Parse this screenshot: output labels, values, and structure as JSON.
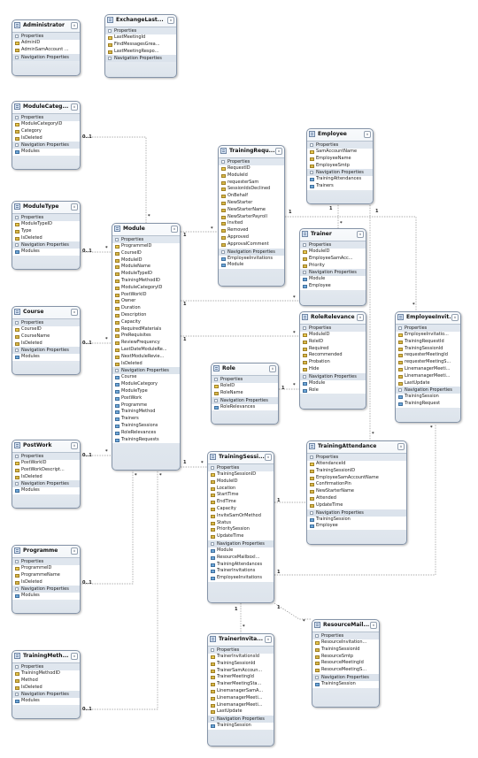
{
  "entities": [
    {
      "id": "administrator",
      "title": "Administrator",
      "properties_label": "Properties",
      "navigation_label": "Navigation Properties",
      "properties": [
        "AdminID",
        "AdminSamAccount ..."
      ],
      "navigation": []
    },
    {
      "id": "exchange",
      "title": "ExchangeLast...",
      "properties_label": "Properties",
      "navigation_label": "Navigation Properties",
      "properties": [
        "LastMeetingId",
        "FindMessagesGrea...",
        "LastMeetingRespo..."
      ],
      "navigation": []
    },
    {
      "id": "modulecategory",
      "title": "ModuleCateg...",
      "properties_label": "Properties",
      "navigation_label": "Navigation Properties",
      "properties": [
        "ModuleCategoryID",
        "Category",
        "IsDeleted"
      ],
      "navigation": [
        "Modules"
      ]
    },
    {
      "id": "moduletype",
      "title": "ModuleType",
      "properties_label": "Properties",
      "navigation_label": "Navigation Properties",
      "properties": [
        "ModuleTypeID",
        "Type",
        "IsDeleted"
      ],
      "navigation": [
        "Modules"
      ]
    },
    {
      "id": "course",
      "title": "Course",
      "properties_label": "Properties",
      "navigation_label": "Navigation Properties",
      "properties": [
        "CourseID",
        "CourseName",
        "IsDeleted"
      ],
      "navigation": [
        "Modules"
      ]
    },
    {
      "id": "postwork",
      "title": "PostWork",
      "properties_label": "Properties",
      "navigation_label": "Navigation Properties",
      "properties": [
        "PostWorkID",
        "PostWorkDescript...",
        "IsDeleted"
      ],
      "navigation": [
        "Modules"
      ]
    },
    {
      "id": "programme",
      "title": "Programme",
      "properties_label": "Properties",
      "navigation_label": "Navigation Properties",
      "properties": [
        "ProgrammeID",
        "ProgrammeName",
        "IsDeleted"
      ],
      "navigation": [
        "Modules"
      ]
    },
    {
      "id": "trainingmethod",
      "title": "TrainingMeth...",
      "properties_label": "Properties",
      "navigation_label": "Navigation Properties",
      "properties": [
        "TrainingMethodID",
        "Method",
        "IsDeleted"
      ],
      "navigation": [
        "Modules"
      ]
    },
    {
      "id": "module",
      "title": "Module",
      "properties_label": "Properties",
      "navigation_label": "Navigation Properties",
      "properties": [
        "ProgrammeID",
        "CourseID",
        "ModuleID",
        "ModuleName",
        "ModuleTypeID",
        "TrainingMethodID",
        "ModuleCategoryID",
        "PostWorkID",
        "Owner",
        "Duration",
        "Description",
        "Capacity",
        "RequiredMaterials",
        "PreRequisites",
        "ReviewFrequency",
        "LastDateModuleRe...",
        "NextModuleRevie...",
        "IsDeleted"
      ],
      "navigation": [
        "Course",
        "ModuleCategory",
        "ModuleType",
        "PostWork",
        "Programme",
        "TrainingMethod",
        "Trainers",
        "TrainingSessions",
        "RoleRelevances",
        "TrainingRequests"
      ]
    },
    {
      "id": "trainingrequest",
      "title": "TrainingRequ...",
      "properties_label": "Properties",
      "navigation_label": "Navigation Properties",
      "properties": [
        "RequestID",
        "ModuleId",
        "requesterSam",
        "SessionIdsDeclined",
        "OnBehalf",
        "NewStarter",
        "NewStarterName",
        "NewStarterPayroll",
        "Invited",
        "Removed",
        "Approved",
        "ApprovalComment"
      ],
      "navigation": [
        "EmployeeInvitations",
        "Module"
      ]
    },
    {
      "id": "employee",
      "title": "Employee",
      "properties_label": "Properties",
      "navigation_label": "Navigation Properties",
      "properties": [
        "SamAccountName",
        "EmployeeName",
        "EmployeeSmtp"
      ],
      "navigation": [
        "TrainingAttendances",
        "Trainers"
      ]
    },
    {
      "id": "trainer",
      "title": "Trainer",
      "properties_label": "Properties",
      "navigation_label": "Navigation Properties",
      "properties": [
        "ModuleID",
        "EmployeeSamAcc...",
        "Priority"
      ],
      "navigation": [
        "Module",
        "Employee"
      ]
    },
    {
      "id": "rolerelevance",
      "title": "RoleRelevance",
      "properties_label": "Properties",
      "navigation_label": "Navigation Properties",
      "properties": [
        "ModuleID",
        "RoleID",
        "Required",
        "Recommended",
        "Probation",
        "Hide"
      ],
      "navigation": [
        "Module",
        "Role"
      ]
    },
    {
      "id": "employeeinvitation",
      "title": "EmployeeInvit...",
      "properties_label": "Properties",
      "navigation_label": "Navigation Properties",
      "properties": [
        "EmployeeInvitatio...",
        "TrainingRequestId",
        "TrainingSessionId",
        "requesterMeetingId",
        "requesterMeetingS...",
        "LinemanagerMeeti...",
        "LinemanagerMeeti...",
        "LastUpdate"
      ],
      "navigation": [
        "TrainingSession",
        "TrainingRequest"
      ]
    },
    {
      "id": "role",
      "title": "Role",
      "properties_label": "Properties",
      "navigation_label": "Navigation Properties",
      "properties": [
        "RoleID",
        "RoleName"
      ],
      "navigation": [
        "RoleRelevances"
      ]
    },
    {
      "id": "trainingsession",
      "title": "TrainingSessi...",
      "properties_label": "Properties",
      "navigation_label": "Navigation Properties",
      "properties": [
        "TrainingSessionID",
        "ModuleID",
        "Location",
        "StartTime",
        "EndTime",
        "Capacity",
        "InviteSamOrMethod",
        "Status",
        "PrioritySession",
        "UpdateTime"
      ],
      "navigation": [
        "Module",
        "ResourceMailboxI...",
        "TrainingAttendances",
        "TrainerInvitations",
        "EmployeeInvitations"
      ]
    },
    {
      "id": "trainingattendance",
      "title": "TrainingAttendance",
      "properties_label": "Properties",
      "navigation_label": "Navigation Properties",
      "properties": [
        "AttendanceId",
        "TrainingSessionID",
        "EmployeeSamAccountName",
        "ConfirmationPin",
        "NewStarterName",
        "Attended",
        "UpdateTime"
      ],
      "navigation": [
        "TrainingSession",
        "Employee"
      ]
    },
    {
      "id": "trainerinvitation",
      "title": "TrainerInvita...",
      "properties_label": "Properties",
      "navigation_label": "Navigation Properties",
      "properties": [
        "TrainerInvitationsId",
        "TrainingSessionId",
        "TrainerSamAccoun...",
        "TrainerMeetingId",
        "TrainerMeetingSta...",
        "LinemanagerSamA...",
        "LinemanagerMeeti...",
        "LinemanagerMeeti...",
        "LastUpdate"
      ],
      "navigation": [
        "TrainingSession"
      ]
    },
    {
      "id": "resourcemailbox",
      "title": "ResourceMail...",
      "properties_label": "Properties",
      "navigation_label": "Navigation Properties",
      "properties": [
        "ResourceInvitation...",
        "TrainingSessionId",
        "ResourceSmtp",
        "ResourceMeetingId",
        "ResourceMeetingS..."
      ],
      "navigation": [
        "TrainingSession"
      ]
    }
  ],
  "multiplicities": {
    "modulecategory_one": "0..1",
    "moduletype_one": "0..1",
    "course_one": "0..1",
    "postwork_one": "0..1",
    "programme_one": "0..1",
    "trainingmethod_one": "0..1",
    "module_many_top": "*",
    "module_many_mt": "*",
    "module_many_course": "*",
    "module_many_pw": "*",
    "module_many_prog": "*",
    "module_many_tm": "*",
    "module_req_one": "1",
    "req_many": "*",
    "module_trainer_one": "1",
    "trainer_many": "*",
    "module_rr_one": "1",
    "rr_many": "*",
    "role_one": "1",
    "rr_role_many": "*",
    "module_ts_one": "1",
    "ts_many": "*",
    "emp_one": "1",
    "emp_one_b": "1",
    "trainer_emp_many": "*",
    "ta_many": "*",
    "ts_ta_one": "1",
    "ts_ei_one": "1",
    "ei_many": "*",
    "req_ei_one": "1",
    "ei_req_many": "*",
    "ts_ti_one": "1",
    "ti_many": "*",
    "ts_rm_one": "1",
    "rm_many": "*"
  }
}
